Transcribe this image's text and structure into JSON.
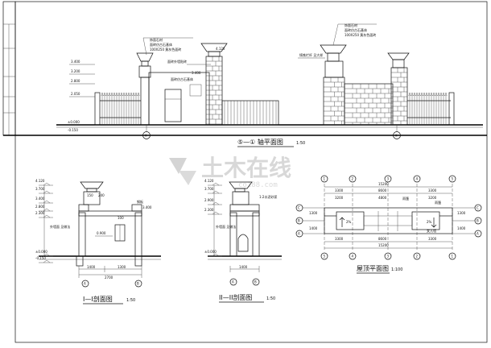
{
  "views": {
    "elevation_title": "⑤—① 轴平面图",
    "elevation_scale": "1:50",
    "section1_title": "I—I剖面图",
    "section1_scale": "1:50",
    "section2_title": "II—II剖面图",
    "section2_scale": "1:50",
    "roof_title": "屋顶平面图",
    "roof_scale": "1:100"
  },
  "elevation": {
    "callout_left": [
      "饰面石材",
      "面砖仿古石基体",
      "100X250 黄灰色面砖"
    ],
    "callout_right": [
      "饰面石材",
      "面砖仿古石基体",
      "100X250 黄灰色面砖"
    ],
    "note_left_a": "面砖外墙贴砖",
    "note_left_b": "面砖仿古石基体",
    "note_right": "铸铁栏杆 见大样",
    "levels_left": [
      "3.400",
      "3.200",
      "2.800",
      "2.050",
      "±0.000",
      "-0.150"
    ],
    "level_top": "4.120",
    "level_mid": "3.400",
    "axis_left": "⑤",
    "axis_right": "①"
  },
  "section1": {
    "levels": [
      "4.120",
      "3.700",
      "3.400",
      "2.800",
      "2.300",
      "±0.000",
      "-0.150"
    ],
    "dims_bottom": [
      "1400",
      "1300",
      "2700"
    ],
    "dims_top": [
      "150",
      "240",
      "100"
    ],
    "labels": [
      "外墙面 见做法",
      "0.900",
      "钢板",
      "3.400"
    ],
    "axes": [
      "A",
      "B"
    ]
  },
  "section2": {
    "levels": [
      "4.120",
      "3.700",
      "2.900",
      "2.300",
      "±0.000"
    ],
    "dims_bottom": [
      "1400"
    ],
    "labels": [
      "1:2水泥砂浆",
      "外墙面 见做法"
    ],
    "axes": [
      "A",
      "B"
    ]
  },
  "roof": {
    "dims_top_total": "15200",
    "dims_top": [
      "3200",
      "4800",
      "3200"
    ],
    "dims_top2": [
      "3300",
      "8600",
      "3300"
    ],
    "dims_bottom": [
      "3300",
      "8600",
      "3300"
    ],
    "dims_bottom_total": "15200",
    "dims_side": [
      "1300",
      "1400"
    ],
    "labels": [
      "雨篷",
      "雨篷",
      "2%",
      "2%",
      "女儿墙"
    ],
    "axes_top": [
      "1",
      "2",
      "3",
      "4",
      "5"
    ],
    "axes_side": [
      "C",
      "B",
      "A"
    ]
  },
  "watermark": {
    "brand": "土木在线",
    "url": "co188.com"
  }
}
